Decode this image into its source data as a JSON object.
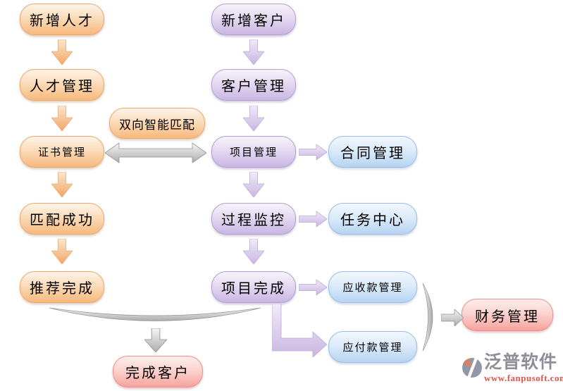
{
  "nodes": {
    "new_talent": {
      "label": "新增人才",
      "color_group": "orange"
    },
    "talent_mgmt": {
      "label": "人才管理",
      "color_group": "orange"
    },
    "cert_mgmt": {
      "label": "证书管理",
      "color_group": "orange"
    },
    "match_success": {
      "label": "匹配成功",
      "color_group": "orange"
    },
    "recommend_done": {
      "label": "推荐完成",
      "color_group": "orange"
    },
    "bidir_match": {
      "label": "双向智能匹配",
      "color_group": "orange"
    },
    "new_customer": {
      "label": "新增客户",
      "color_group": "purple"
    },
    "customer_mgmt": {
      "label": "客户管理",
      "color_group": "purple"
    },
    "project_mgmt": {
      "label": "项目管理",
      "color_group": "purple"
    },
    "process_monitor": {
      "label": "过程监控",
      "color_group": "purple"
    },
    "project_done": {
      "label": "项目完成",
      "color_group": "purple"
    },
    "contract_mgmt": {
      "label": "合同管理",
      "color_group": "blue"
    },
    "task_center": {
      "label": "任务中心",
      "color_group": "blue"
    },
    "receivables_mgmt": {
      "label": "应收款管理",
      "color_group": "blue"
    },
    "payables_mgmt": {
      "label": "应付款管理",
      "color_group": "blue"
    },
    "finance_mgmt": {
      "label": "财务管理",
      "color_group": "red"
    },
    "complete_customer": {
      "label": "完成客户",
      "color_group": "red"
    }
  },
  "watermark": {
    "brand": "泛普软件",
    "url": "www.fanpusoft.com"
  },
  "colors": {
    "orange_box": "#f7b87c",
    "purple_box": "#c9b5e3",
    "blue_box": "#b7d3f1",
    "red_box": "#f6a29c",
    "gray_connector": "#ababab",
    "watermark_brand": "#8e8e99",
    "watermark_url": "#e2544a",
    "text": "#000000",
    "background": "#ffffff"
  }
}
